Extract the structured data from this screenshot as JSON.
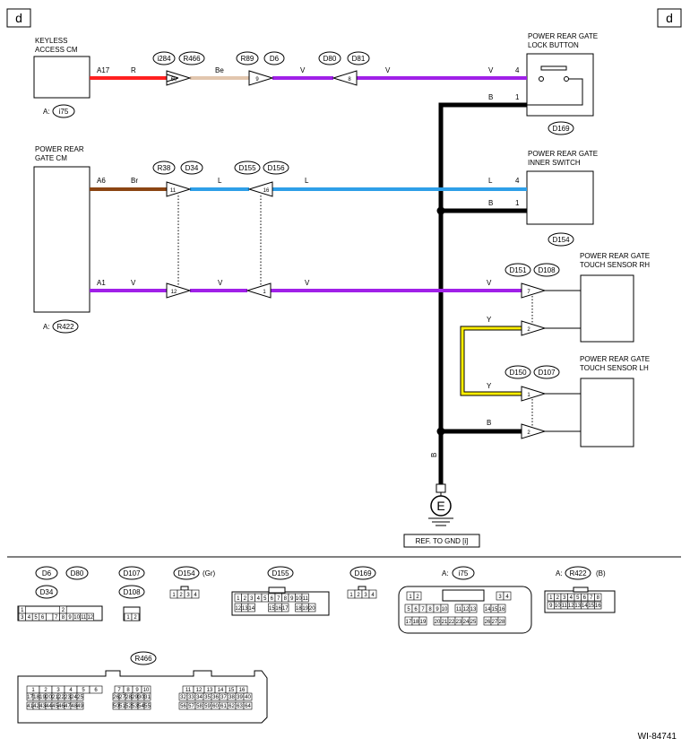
{
  "corner_marks": {
    "left": "d",
    "right": "d"
  },
  "components": {
    "keyless": {
      "name_l1": "KEYLESS",
      "name_l2": "ACCESS CM",
      "ref_prefix": "A:",
      "ref": "i75"
    },
    "gate_cm": {
      "name_l1": "POWER REAR",
      "name_l2": "GATE CM",
      "ref_prefix": "A:",
      "ref": "R422"
    },
    "lock_button": {
      "name_l1": "POWER REAR GATE",
      "name_l2": "LOCK BUTTON",
      "ref": "D169"
    },
    "inner_switch": {
      "name_l1": "POWER REAR GATE",
      "name_l2": "INNER SWITCH",
      "ref": "D154"
    },
    "touch_rh": {
      "name_l1": "POWER REAR GATE",
      "name_l2": "TOUCH SENSOR RH"
    },
    "touch_lh": {
      "name_l1": "POWER REAR GATE",
      "name_l2": "TOUCH SENSOR LH"
    }
  },
  "wire_colors": {
    "R": "#ff2020",
    "Be": "#e2c6ae",
    "V": "#a020e8",
    "B": "#000000",
    "Br": "#8b4513",
    "L": "#2e9fe8",
    "Y": "#ffee00"
  },
  "connectors": {
    "c_i284": "i284",
    "c_R466": "R466",
    "c_R89": "R89",
    "c_D6": "D6",
    "c_D80": "D80",
    "c_D81": "D81",
    "c_R38": "R38",
    "c_D34": "D34",
    "c_D155": "D155",
    "c_D156": "D156",
    "c_D151": "D151",
    "c_D108": "D108",
    "c_D150": "D150",
    "c_D107": "D107"
  },
  "pins": {
    "p60": "60",
    "p9": "9",
    "p8": "8",
    "p11": "11",
    "p16": "16",
    "p12": "12",
    "p1a": "1",
    "p7": "7",
    "p2a": "2",
    "p1b": "1",
    "p2b": "2",
    "lb4": "4",
    "lb1": "1",
    "is4": "4",
    "is1": "1"
  },
  "wires": {
    "a17": "A17",
    "r": "R",
    "be": "Be",
    "v1": "V",
    "v2": "V",
    "v3": "V",
    "a6": "A6",
    "br": "Br",
    "l1": "L",
    "l2": "L",
    "l3": "L",
    "a1": "A1",
    "v4": "V",
    "v5": "V",
    "v6": "V",
    "v7": "V",
    "b1": "B",
    "b2": "B",
    "b3": "B",
    "bv": "B",
    "y1": "Y",
    "y2": "Y"
  },
  "ground": {
    "symbol": "E",
    "ref_text": "REF. TO GND [i]"
  },
  "legend": {
    "g1": [
      "D6",
      "D80",
      "D34"
    ],
    "g2": [
      "D107",
      "D108"
    ],
    "d154": "D154",
    "d154_note": "(Gr)",
    "d155": "D155",
    "d169": "D169",
    "i75_prefix": "A:",
    "i75": "i75",
    "r422_prefix": "A:",
    "r422": "R422",
    "r422_note": "(B)",
    "r466": "R466"
  },
  "figure_id": "WI-84741"
}
